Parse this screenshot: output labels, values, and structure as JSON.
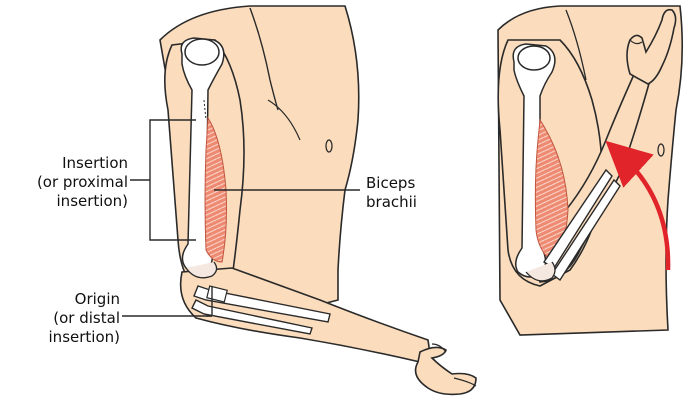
{
  "labels": {
    "insertion": [
      "Insertion",
      "(or proximal",
      "insertion)"
    ],
    "biceps": [
      "Biceps",
      "brachii"
    ],
    "origin": [
      "Origin",
      "(or distal",
      "insertion)"
    ]
  },
  "colors": {
    "skin": "#fbdcbc",
    "outline": "#2a2a2a",
    "bone": "#ffffff",
    "muscle": "#ee8a72",
    "muscle_light": "#f6b7a3",
    "arrow": "#e0242a"
  },
  "icons": [
    "curved-arrow-icon"
  ]
}
